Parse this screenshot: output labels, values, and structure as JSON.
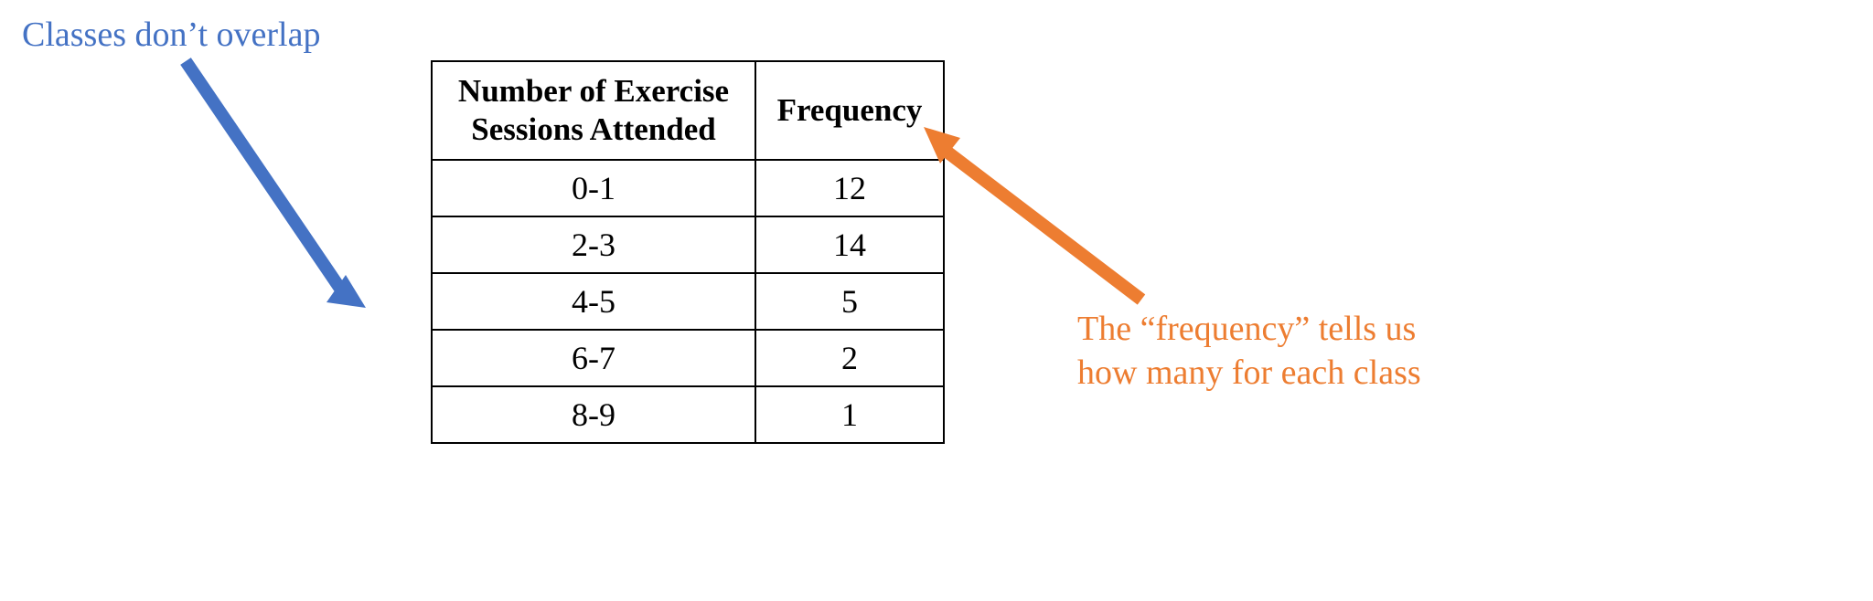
{
  "annotations": {
    "left_note": "Classes don’t overlap",
    "right_note": "The “frequency” tells us how many for each class"
  },
  "table": {
    "headers": [
      "Number of Exercise Sessions Attended",
      "Frequency"
    ],
    "rows": [
      [
        "0-1",
        "12"
      ],
      [
        "2-3",
        "14"
      ],
      [
        "4-5",
        "5"
      ],
      [
        "6-7",
        "2"
      ],
      [
        "8-9",
        "1"
      ]
    ]
  },
  "colors": {
    "blue": "#4472C4",
    "orange": "#ED7D31"
  }
}
